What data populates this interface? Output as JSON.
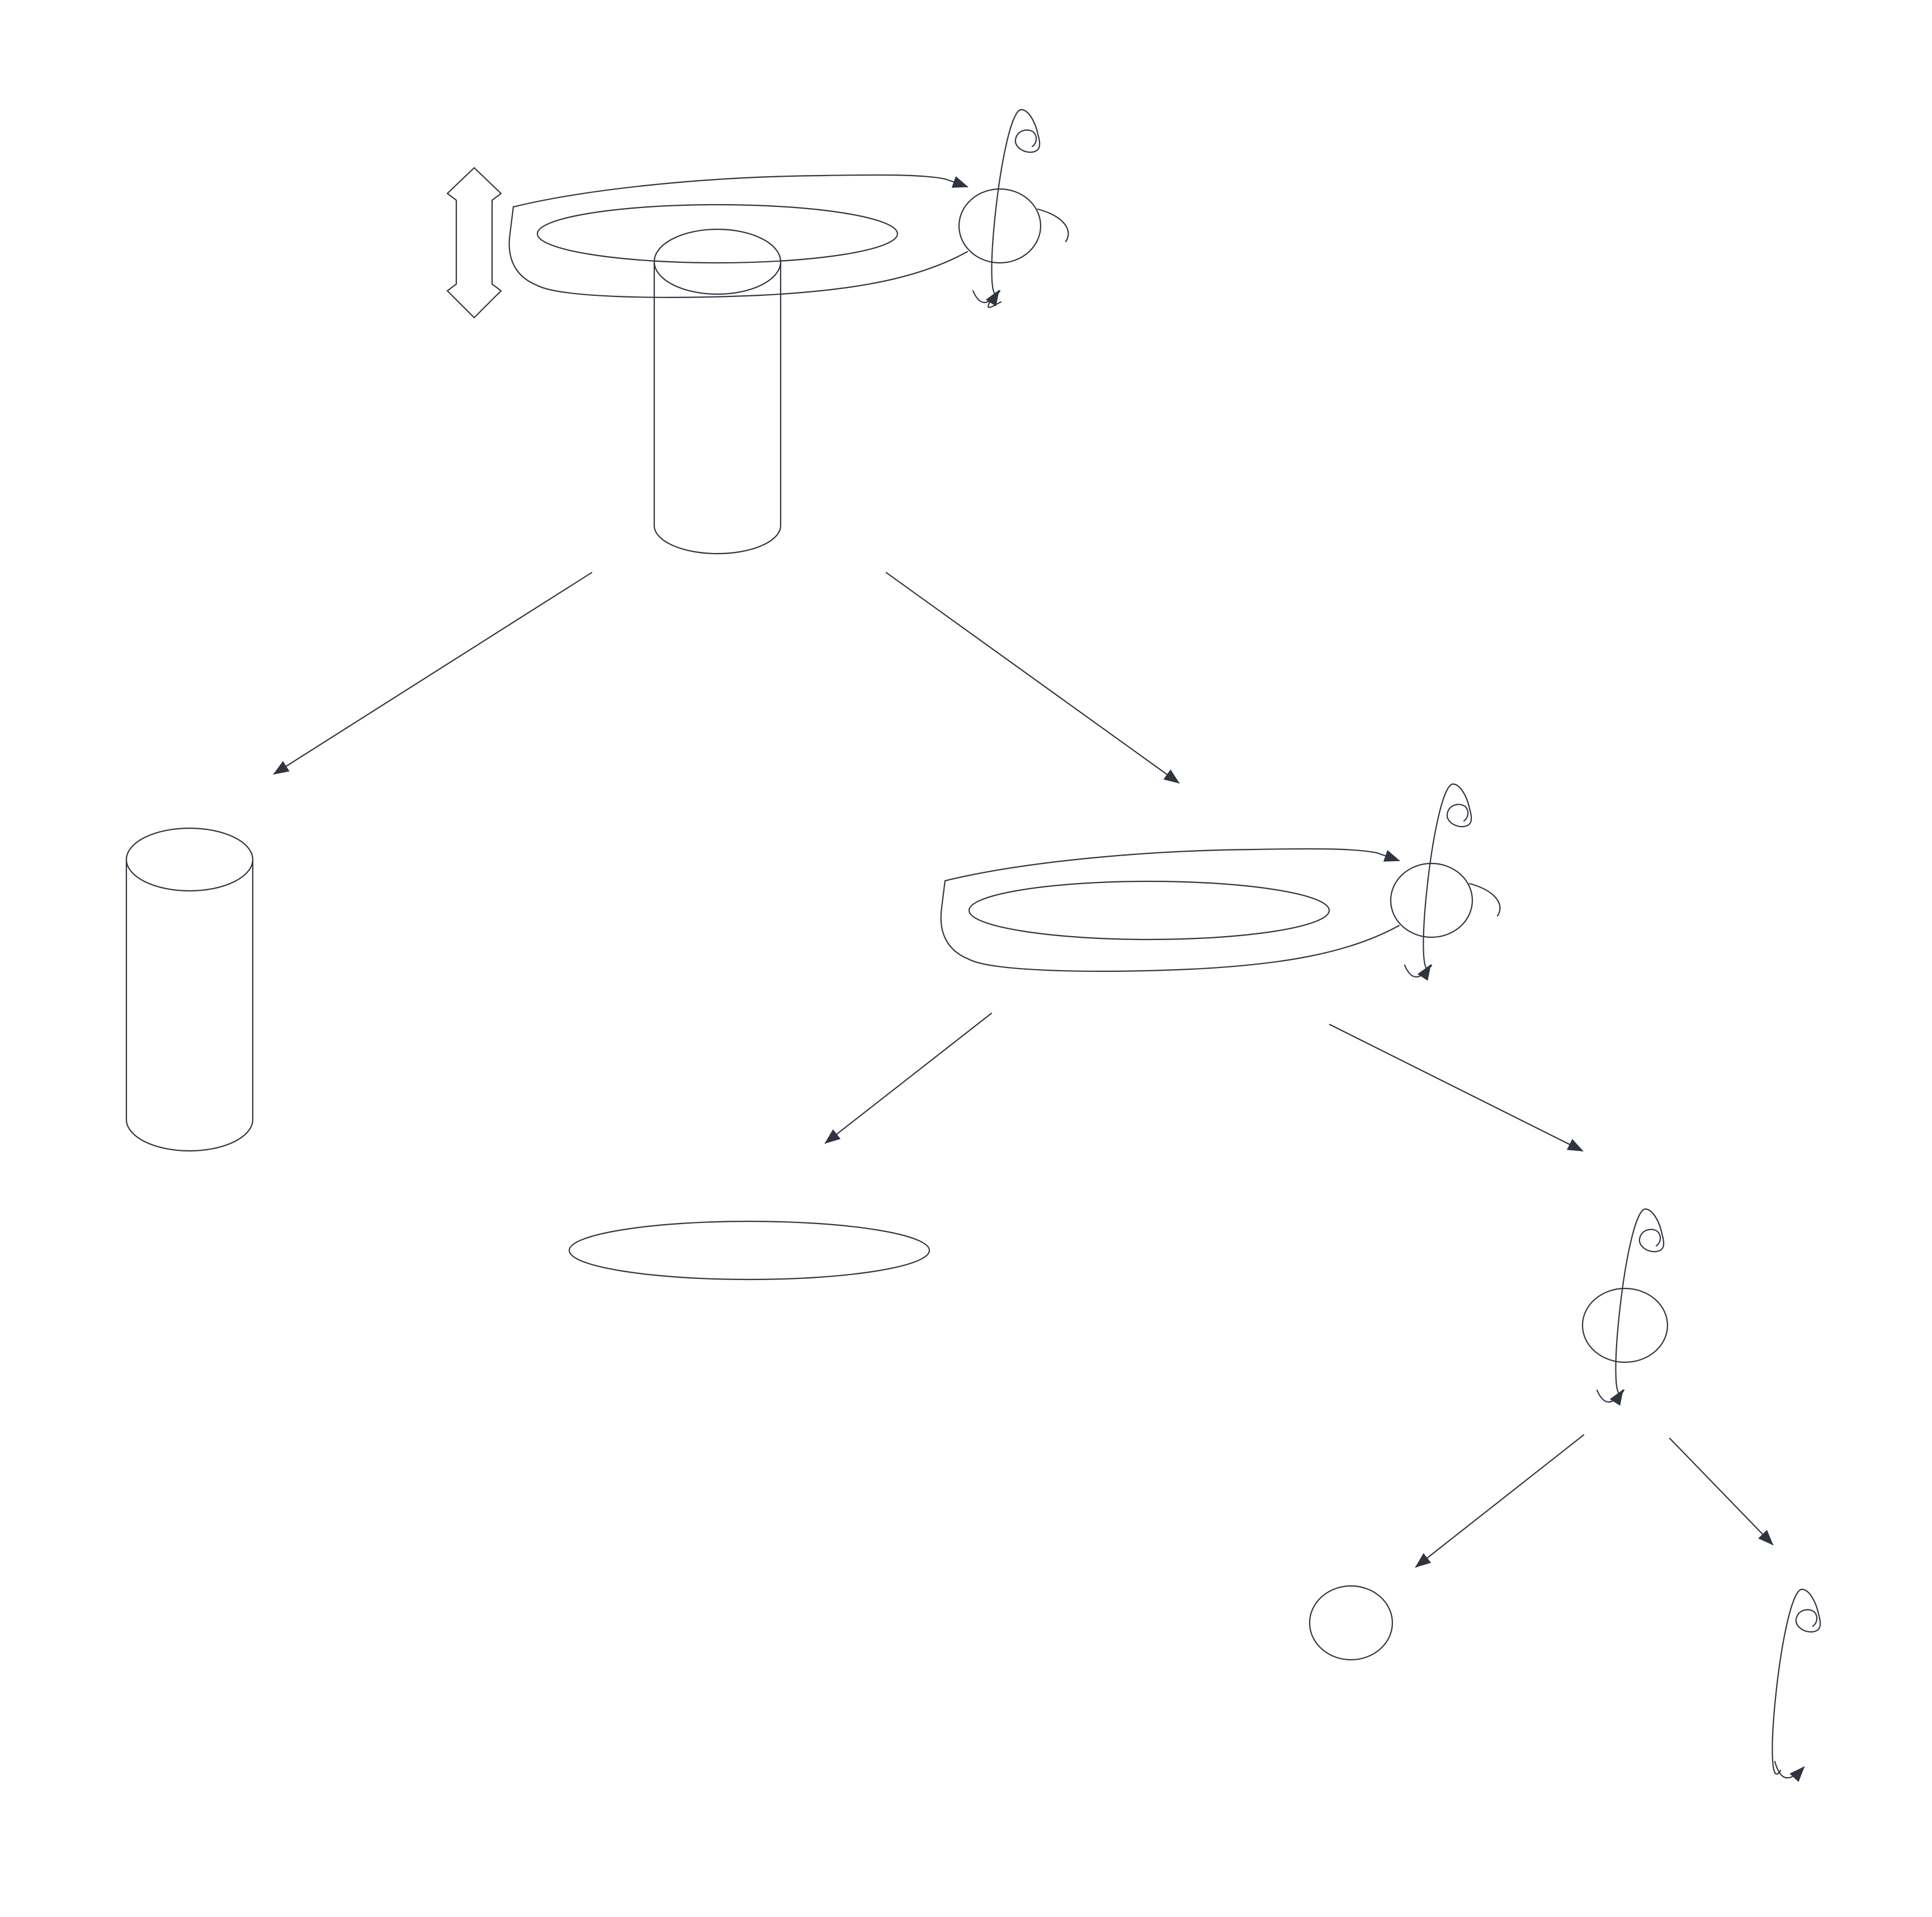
{
  "diagram": {
    "type": "decomposition-tree",
    "stroke_color": "#2f3440",
    "arrowhead_color": "#2f3440",
    "background": "#ffffff",
    "nodes": [
      {
        "id": "root",
        "parts": [
          "vertical-translation",
          "rotation-about-vertical-axis",
          "rotation-about-horizontal-axis",
          "cylinder"
        ]
      },
      {
        "id": "cylinder",
        "parts": [
          "cylinder"
        ]
      },
      {
        "id": "combined-rotation",
        "parts": [
          "rotation-about-vertical-axis",
          "rotation-about-horizontal-axis"
        ]
      },
      {
        "id": "ring",
        "parts": [
          "horizontal-ring"
        ]
      },
      {
        "id": "sphere-with-hook",
        "parts": [
          "sphere",
          "hook-rotation"
        ]
      },
      {
        "id": "sphere",
        "parts": [
          "sphere"
        ]
      },
      {
        "id": "hook",
        "parts": [
          "hook-rotation"
        ]
      }
    ],
    "edges": [
      {
        "from": "root",
        "to": "cylinder"
      },
      {
        "from": "root",
        "to": "combined-rotation"
      },
      {
        "from": "combined-rotation",
        "to": "ring"
      },
      {
        "from": "combined-rotation",
        "to": "sphere-with-hook"
      },
      {
        "from": "sphere-with-hook",
        "to": "sphere"
      },
      {
        "from": "sphere-with-hook",
        "to": "hook"
      }
    ]
  }
}
